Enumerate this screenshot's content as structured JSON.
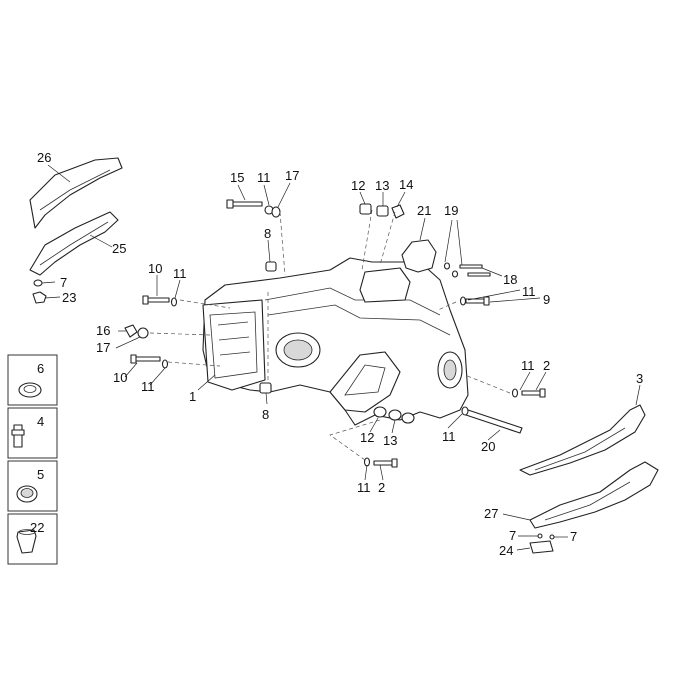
{
  "callouts": {
    "c1": "1",
    "c2a": "2",
    "c2b": "2",
    "c3": "3",
    "c4": "4",
    "c5": "5",
    "c6": "6",
    "c7a": "7",
    "c7b": "7",
    "c7c": "7",
    "c8a": "8",
    "c8b": "8",
    "c9": "9",
    "c10a": "10",
    "c10b": "10",
    "c11a": "11",
    "c11b": "11",
    "c11c": "11",
    "c11d": "11",
    "c11e": "11",
    "c11f": "11",
    "c11g": "11",
    "c12a": "12",
    "c12b": "12",
    "c13a": "13",
    "c13b": "13",
    "c14": "14",
    "c15": "15",
    "c16": "16",
    "c17a": "17",
    "c17b": "17",
    "c18": "18",
    "c19": "19",
    "c20": "20",
    "c21": "21",
    "c22": "22",
    "c23": "23",
    "c24": "24",
    "c25": "25",
    "c26": "26",
    "c27": "27"
  }
}
